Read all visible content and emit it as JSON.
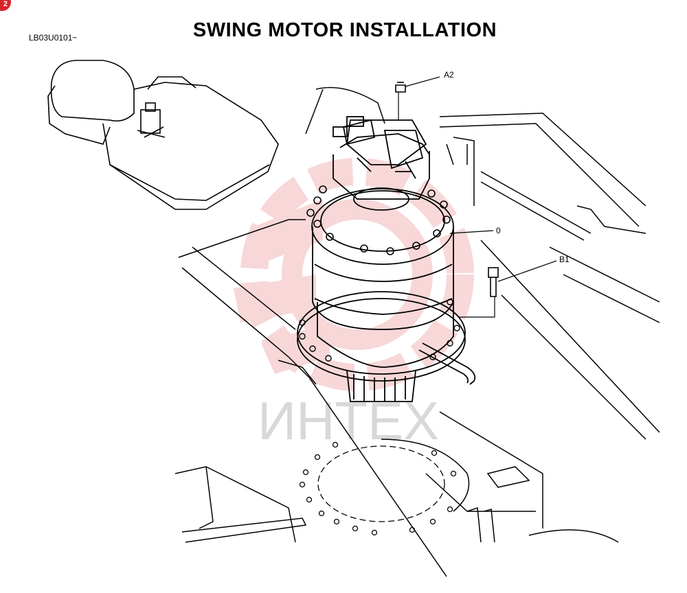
{
  "header": {
    "badge": "2",
    "doc_code": "LB03U0101~",
    "title": "SWING MOTOR INSTALLATION"
  },
  "callouts": {
    "a2": "A2",
    "zero": "0",
    "b1": "B1"
  },
  "watermark": {
    "text": "ИНТЕХ",
    "color": "#f2b8b8"
  }
}
